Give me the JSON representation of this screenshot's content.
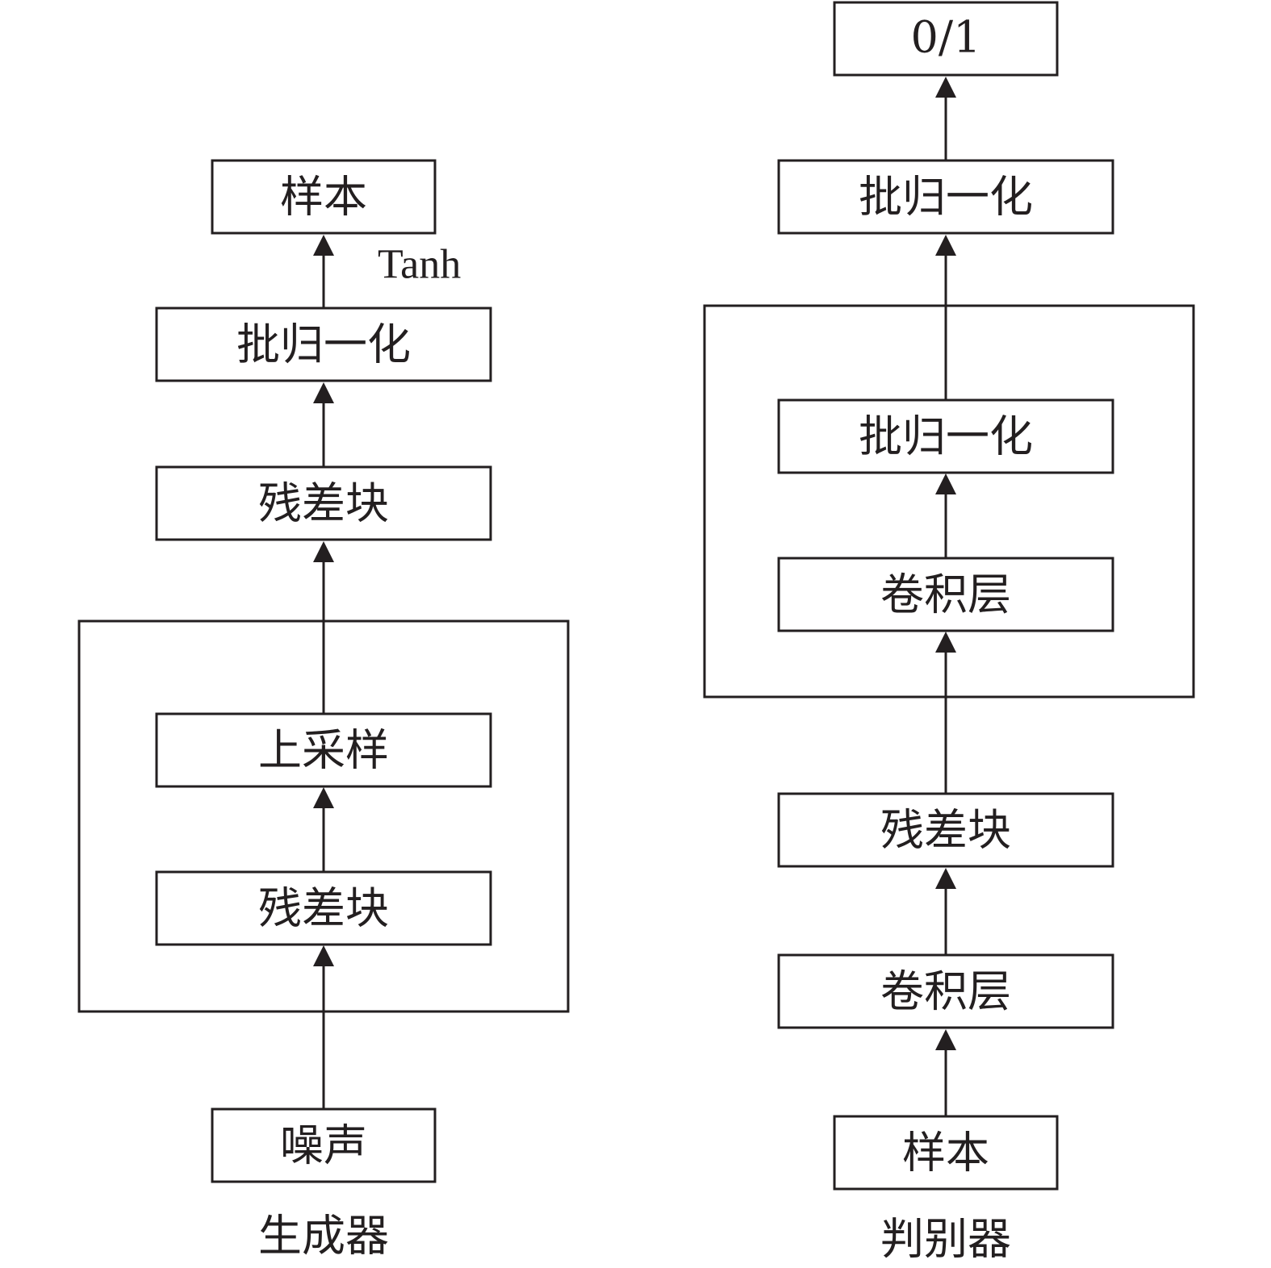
{
  "generator": {
    "caption": "生成器",
    "nodes": {
      "noise": "噪声",
      "resblock_inner": "残差块",
      "upsample": "上采样",
      "resblock_outer": "残差块",
      "batchnorm": "批归一化",
      "sample": "样本"
    },
    "activation_label": "Tanh"
  },
  "discriminator": {
    "caption": "判别器",
    "nodes": {
      "sample": "样本",
      "conv": "卷积层",
      "resblock": "残差块",
      "conv_inner": "卷积层",
      "batchnorm_inner": "批归一化",
      "batchnorm": "批归一化",
      "output": "0/1"
    }
  }
}
